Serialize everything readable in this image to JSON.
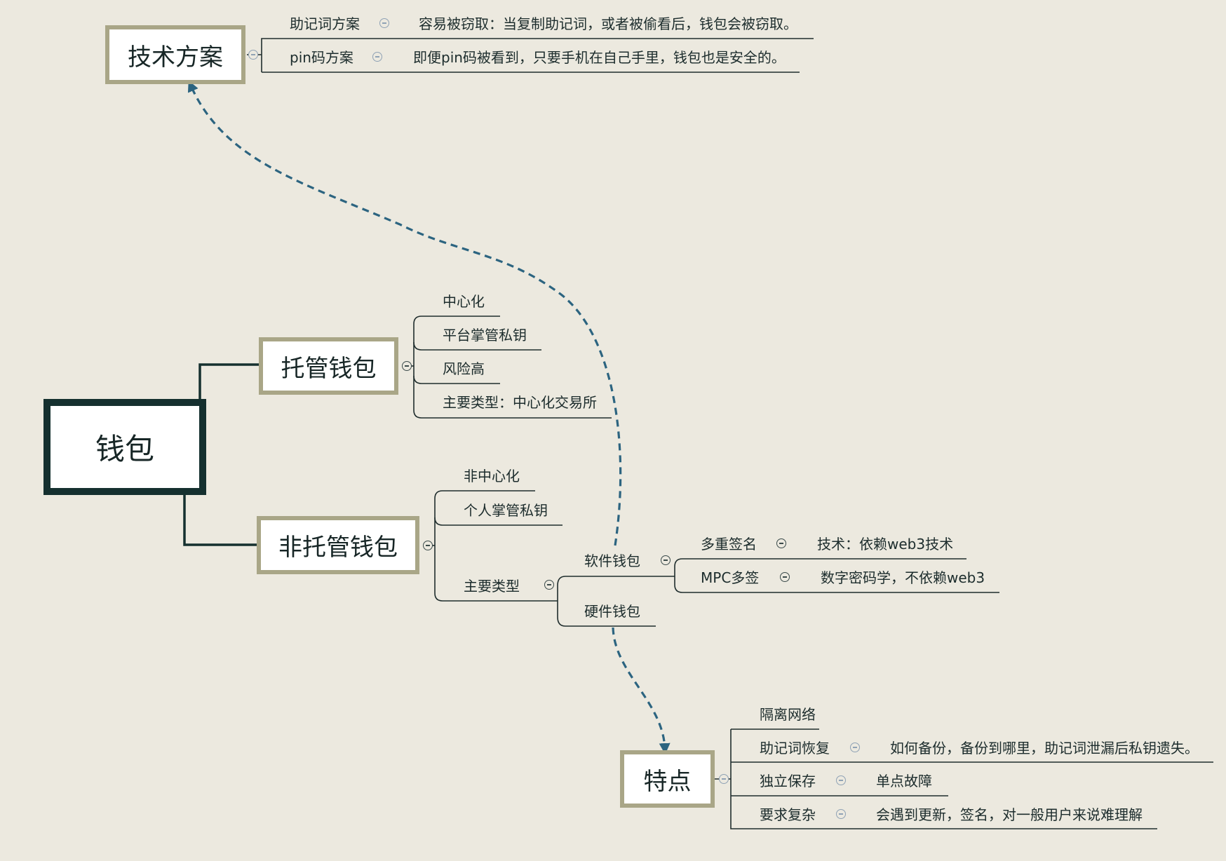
{
  "root": {
    "label": "钱包"
  },
  "custodial": {
    "label": "托管钱包",
    "items": [
      "中心化",
      "平台掌管私钥",
      "风险高",
      "主要类型：中心化交易所"
    ]
  },
  "noncustodial": {
    "label": "非托管钱包",
    "items": [
      "非中心化",
      "个人掌管私钥"
    ],
    "main_type": "主要类型",
    "software": "软件钱包",
    "hardware": "硬件钱包",
    "multisig": "多重签名",
    "multisig_note": "技术：依赖web3技术",
    "mpc": "MPC多签",
    "mpc_note": "数字密码学，不依赖web3"
  },
  "tech": {
    "label": "技术方案",
    "mnemonic": "助记词方案",
    "mnemonic_note": "容易被窃取：当复制助记词，或者被偷看后，钱包会被窃取。",
    "pin": "pin码方案",
    "pin_note": "即便pin码被看到，只要手机在自己手里，钱包也是安全的。"
  },
  "features": {
    "label": "特点",
    "isolate": "隔离网络",
    "recover": "助记词恢复",
    "recover_note": "如何备份，备份到哪里，助记词泄漏后私钥遗失。",
    "independent": "独立保存",
    "independent_note": "单点故障",
    "complex": "要求复杂",
    "complex_note": "会遇到更新，签名，对一般用户来说难理解"
  },
  "colors": {
    "background": "#ECE9DF",
    "node_border": "#A9A687",
    "root_border": "#15302F",
    "relation_arrow": "#2C6480"
  }
}
